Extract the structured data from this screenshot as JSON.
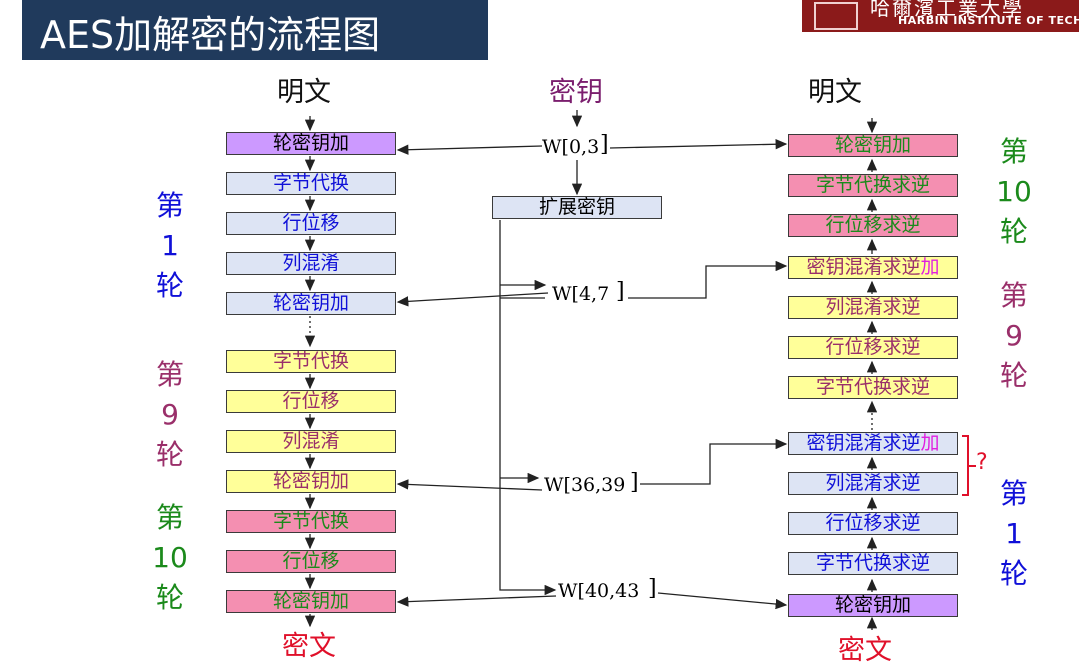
{
  "title": "AES加解密的流程图",
  "logo": {
    "cn": "哈爾濱工業大學",
    "en": "HARBIN INSTITUTE OF TECHNOLOGY"
  },
  "headers": {
    "left_plain": "明文",
    "key": "密钥",
    "right_plain": "明文",
    "left_cipher": "密文",
    "right_cipher": "密文"
  },
  "expand": "扩展密钥",
  "keys": {
    "k0": "W[0,3",
    "k1": "W[4,7",
    "k2": "W[36,39",
    "k3": "W[40,43"
  },
  "enc": {
    "b0": "轮密钥加",
    "b1": "字节代换",
    "b2": "行位移",
    "b3": "列混淆",
    "b4": "轮密钥加",
    "b5": "字节代换",
    "b6": "行位移",
    "b7": "列混淆",
    "b8": "轮密钥加",
    "b9": "字节代换",
    "b10": "行位移",
    "b11": "轮密钥加"
  },
  "dec": {
    "d0": "轮密钥加",
    "d1": "字节代换求逆",
    "d2": "行位移求逆",
    "d3_main": "密钥混淆求逆",
    "d3_tail": "加",
    "d4": "列混淆求逆",
    "d5": "行位移求逆",
    "d6": "字节代换求逆",
    "d7_main": "密钥混淆求逆",
    "d7_tail": "加",
    "d8": "列混淆求逆",
    "d9": "行位移求逆",
    "d10": "字节代换求逆",
    "d11": "轮密钥加"
  },
  "rounds": {
    "enc1": [
      "第",
      "1",
      "轮"
    ],
    "enc9": [
      "第",
      "9",
      "轮"
    ],
    "enc10": [
      "第",
      "10",
      "轮"
    ],
    "dec10": [
      "第",
      "10",
      "轮"
    ],
    "dec9": [
      "第",
      "9",
      "轮"
    ],
    "dec1": [
      "第",
      "1",
      "轮"
    ]
  },
  "question": "?",
  "colors": {
    "purple": "#cc99ff",
    "blue": "#dde4f4",
    "yellow": "#ffff99",
    "pink": "#f48fb1",
    "green_text": "#1b8a1b",
    "blue_text": "#1010d8",
    "purple_text": "#9a2f6a",
    "red_text": "#e0102a"
  }
}
